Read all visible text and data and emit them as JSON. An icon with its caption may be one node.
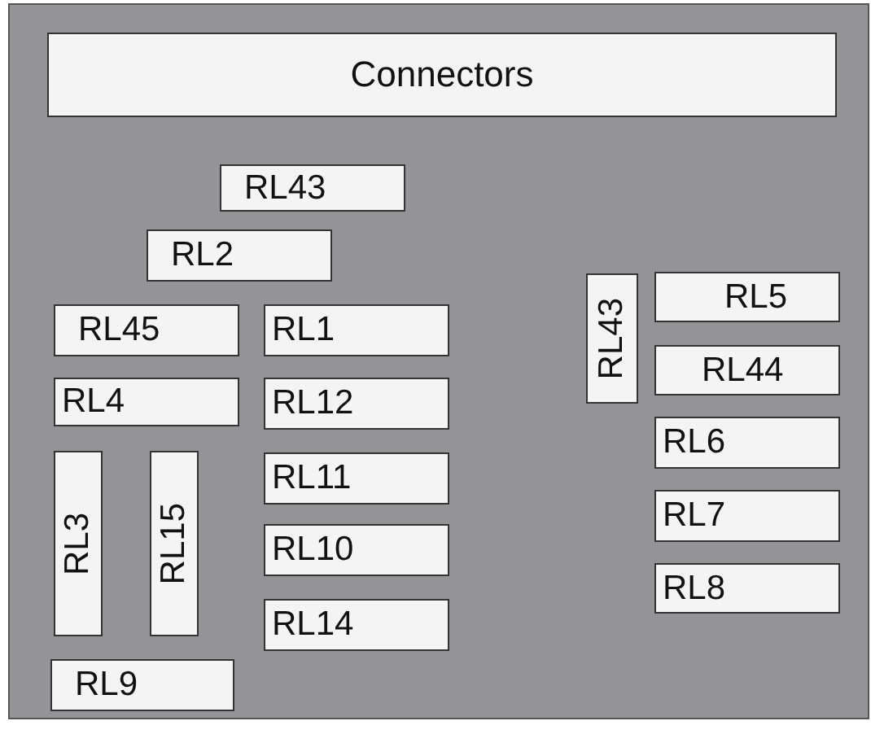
{
  "diagram": {
    "nodes": [
      {
        "text": [
          "Connectors"
        ]
      },
      {
        "text": [
          "RL43"
        ]
      },
      {
        "text": [
          "RL2"
        ]
      },
      {
        "text": [
          "RL45"
        ]
      },
      {
        "text": [
          "RL1"
        ]
      },
      {
        "text": [
          "RL4"
        ]
      },
      {
        "text": [
          "RL12"
        ]
      },
      {
        "text": [
          "RL3"
        ]
      },
      {
        "text": [
          "RL15"
        ]
      },
      {
        "text": [
          "RL11"
        ]
      },
      {
        "text": [
          "RL10"
        ]
      },
      {
        "text": [
          "RL14"
        ]
      },
      {
        "text": [
          "RL9"
        ]
      },
      {
        "text": [
          "RL43"
        ]
      },
      {
        "text": [
          "RL5"
        ]
      },
      {
        "text": [
          "RL44"
        ]
      },
      {
        "text": [
          "RL6"
        ]
      },
      {
        "text": [
          "RL7"
        ]
      },
      {
        "text": [
          "RL8"
        ]
      }
    ],
    "edges": []
  }
}
